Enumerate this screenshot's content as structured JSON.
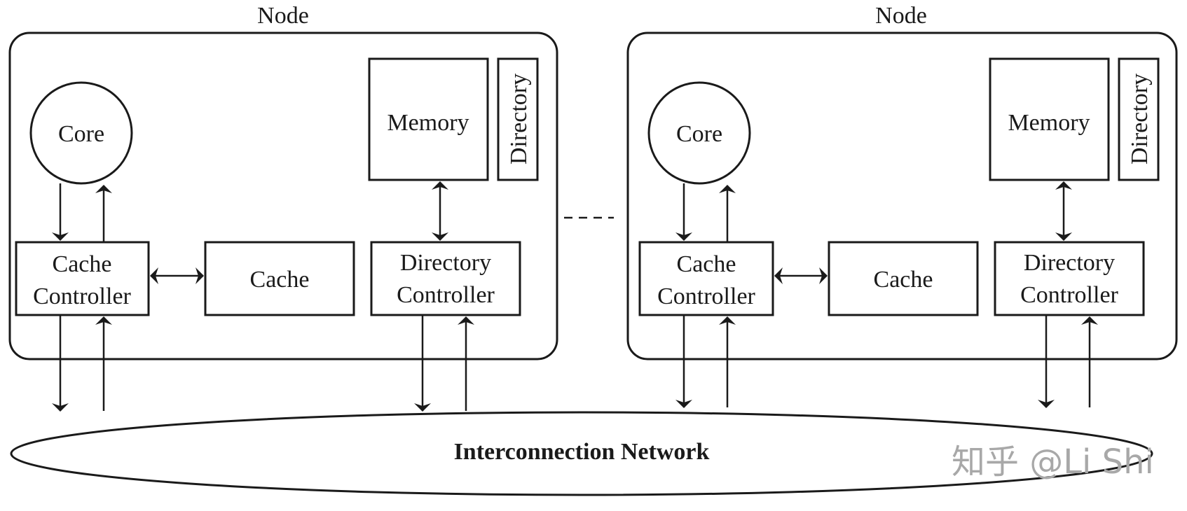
{
  "diagram": {
    "type": "directory-based-coherence-architecture",
    "nodes": [
      {
        "title": "Node",
        "components": {
          "core": "Core",
          "cache_controller": [
            "Cache",
            "Controller"
          ],
          "cache": "Cache",
          "memory": "Memory",
          "directory": "Directory",
          "directory_controller": [
            "Directory",
            "Controller"
          ]
        }
      },
      {
        "title": "Node",
        "components": {
          "core": "Core",
          "cache_controller": [
            "Cache",
            "Controller"
          ],
          "cache": "Cache",
          "memory": "Memory",
          "directory": "Directory",
          "directory_controller": [
            "Directory",
            "Controller"
          ]
        }
      }
    ],
    "ellipsis": "- - - -",
    "network": "Interconnection Network",
    "connections": [
      {
        "from": "core",
        "to": "cache_controller",
        "dir": "one-way"
      },
      {
        "from": "cache_controller",
        "to": "core",
        "dir": "one-way"
      },
      {
        "from": "cache_controller",
        "to": "cache",
        "dir": "bidirectional"
      },
      {
        "from": "memory",
        "to": "directory_controller",
        "dir": "bidirectional"
      },
      {
        "from": "cache_controller",
        "to": "network",
        "dir": "one-way"
      },
      {
        "from": "network",
        "to": "cache_controller",
        "dir": "one-way"
      },
      {
        "from": "directory_controller",
        "to": "network",
        "dir": "one-way"
      },
      {
        "from": "network",
        "to": "directory_controller",
        "dir": "one-way"
      }
    ]
  },
  "watermark": "知乎 @Li Shi"
}
